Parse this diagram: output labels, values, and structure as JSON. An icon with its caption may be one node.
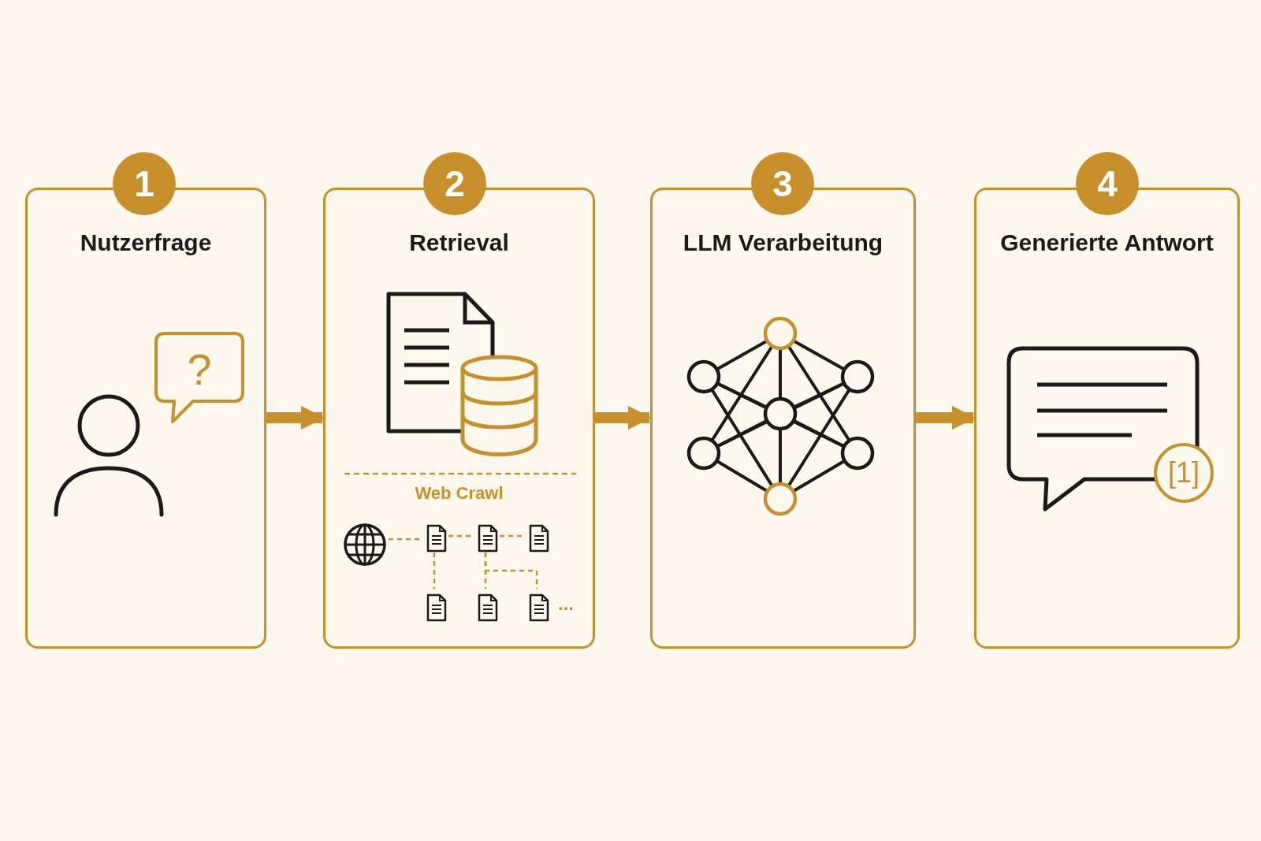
{
  "diagram": {
    "nodes": [
      {
        "text": [
          "1"
        ]
      },
      {
        "text": [
          "Nutzerfrage"
        ]
      },
      {
        "text": [
          "?"
        ],
        "in": 1
      },
      {
        "text": [
          "2"
        ]
      },
      {
        "text": [
          "Retrieval",
          "Web Crawl"
        ]
      },
      {
        "text": [],
        "shape": "globe",
        "in": 4
      },
      {
        "text": [],
        "shape": "document",
        "in": 4
      },
      {
        "text": [],
        "shape": "document",
        "in": 4
      },
      {
        "text": [],
        "shape": "document",
        "in": 4
      },
      {
        "text": [],
        "shape": "document",
        "in": 4
      },
      {
        "text": [],
        "shape": "document",
        "in": 4
      },
      {
        "text": [],
        "shape": "document",
        "in": 4
      },
      {
        "text": [
          "3"
        ]
      },
      {
        "text": [
          "LLM Verarbeitung"
        ]
      },
      {
        "text": [
          "4"
        ]
      },
      {
        "text": [
          "Generierte Antwort"
        ]
      },
      {
        "text": [
          "[1]"
        ],
        "in": 15
      }
    ],
    "edges": [
      {
        "from": 1,
        "to": 4,
        "arrow": "to",
        "style": "thick"
      },
      {
        "from": 4,
        "to": 13,
        "arrow": "to",
        "style": "thick"
      },
      {
        "from": 13,
        "to": 15,
        "arrow": "to",
        "style": "thick"
      },
      {
        "from": 5,
        "to": 6,
        "arrow": "none",
        "style": "dashed"
      },
      {
        "from": 6,
        "to": 7,
        "arrow": "none",
        "style": "dashed"
      },
      {
        "from": 7,
        "to": 8,
        "arrow": "none",
        "style": "dashed"
      },
      {
        "from": 6,
        "to": 9,
        "arrow": "none",
        "style": "dashed"
      },
      {
        "from": 7,
        "to": 10,
        "arrow": "none",
        "style": "dashed"
      },
      {
        "from": 7,
        "to": 11,
        "arrow": "none",
        "style": "dashed"
      }
    ],
    "labels": [
      "..."
    ]
  }
}
